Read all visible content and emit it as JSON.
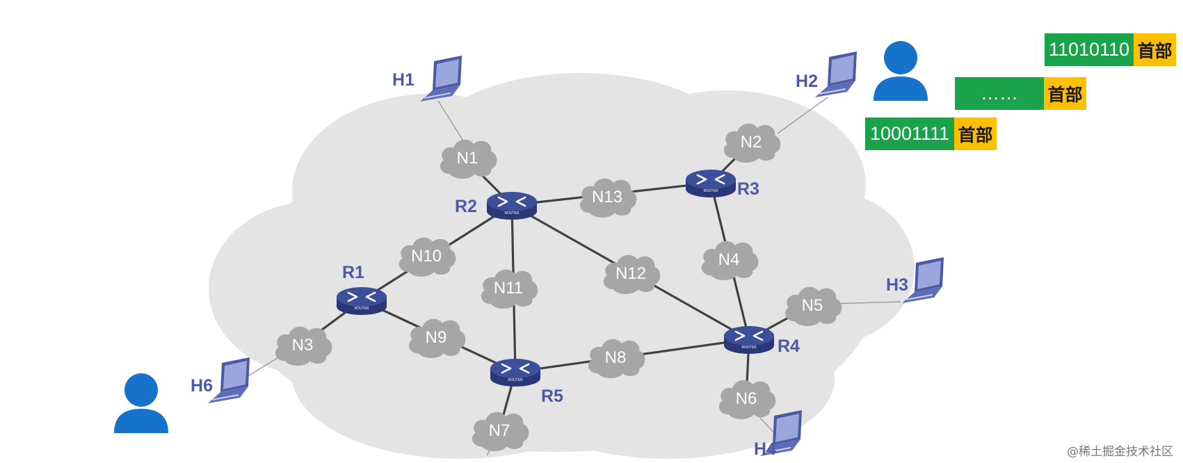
{
  "diagram": {
    "networks": [
      "N1",
      "N2",
      "N3",
      "N4",
      "N5",
      "N6",
      "N7",
      "N8",
      "N9",
      "N10",
      "N11",
      "N12",
      "N13"
    ],
    "routers": [
      "R1",
      "R2",
      "R3",
      "R4",
      "R5"
    ],
    "hosts": [
      "H1",
      "H2",
      "H3",
      "H4",
      "H6"
    ],
    "router_caption": "ROUTER",
    "colors": {
      "router": "#3e4f9a",
      "router_label": "#4a5aa5",
      "net_cloud": "#a6a6a6",
      "background_cloud": "#e4e4e4",
      "link": "#404040",
      "user": "#1673c9",
      "packet_data": "#1aa34a",
      "packet_header": "#ffc000"
    }
  },
  "packets": [
    {
      "data": "11010110",
      "header": "首部"
    },
    {
      "data": "……",
      "header": "首部"
    },
    {
      "data": "10001111",
      "header": "首部"
    }
  ],
  "credit": "@稀土掘金技术社区"
}
